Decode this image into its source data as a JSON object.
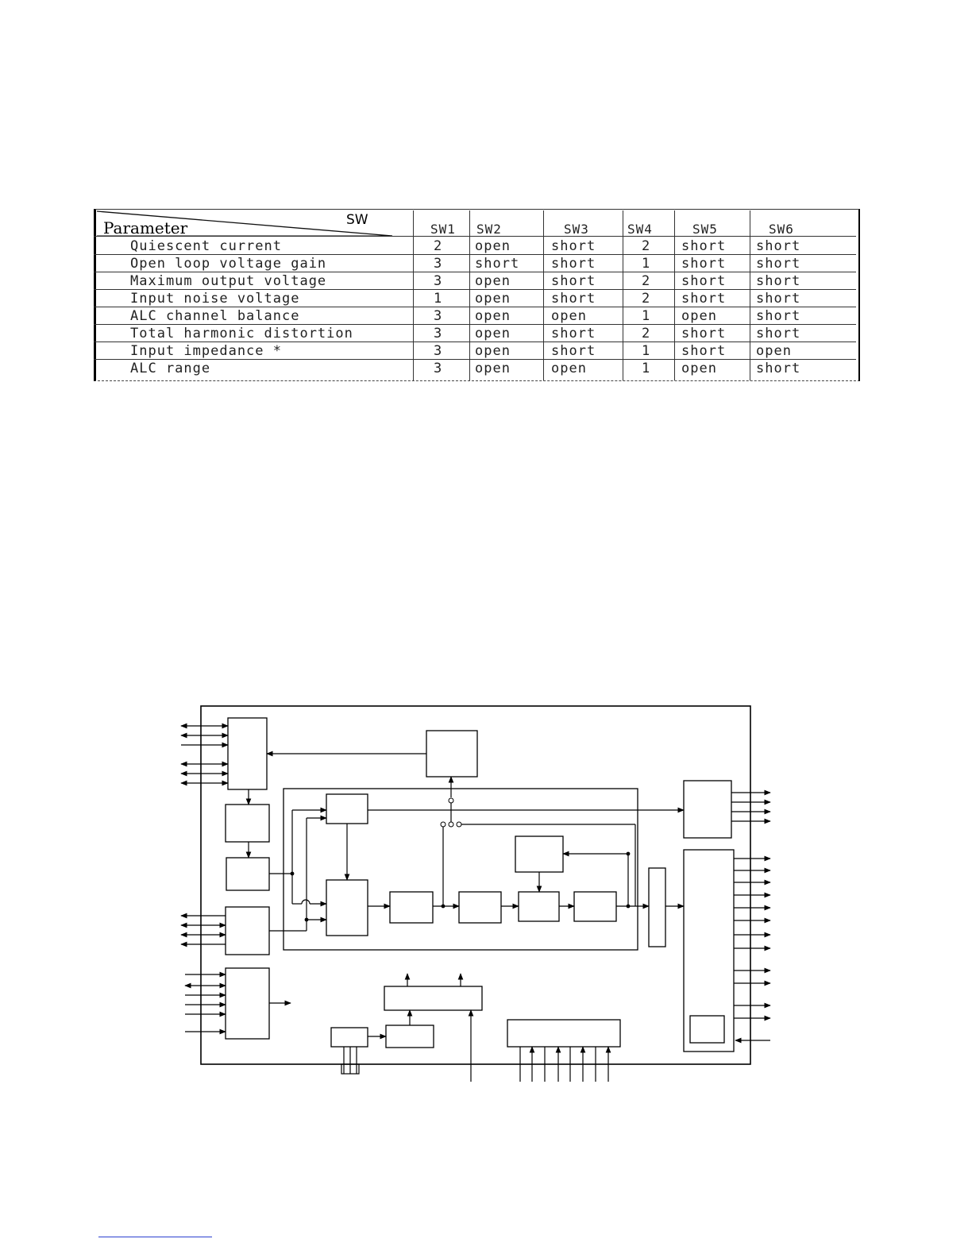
{
  "table": {
    "corner_parameter_label": "Parameter",
    "corner_switch_label": "SW",
    "columns": [
      "SW1",
      "SW2",
      "SW3",
      "SW4",
      "SW5",
      "SW6"
    ],
    "rows": [
      {
        "parameter": "Quiescent current",
        "values": [
          "2",
          "open",
          "short",
          "2",
          "short",
          "short"
        ]
      },
      {
        "parameter": "Open loop voltage gain",
        "values": [
          "3",
          "short",
          "short",
          "1",
          "short",
          "short"
        ]
      },
      {
        "parameter": "Maximum output voltage",
        "values": [
          "3",
          "open",
          "short",
          "2",
          "short",
          "short"
        ]
      },
      {
        "parameter": "Input noise voltage",
        "values": [
          "1",
          "open",
          "short",
          "2",
          "short",
          "short"
        ]
      },
      {
        "parameter": "ALC channel balance",
        "values": [
          "3",
          "open",
          "open",
          "1",
          "open",
          "short"
        ]
      },
      {
        "parameter": "Total harmonic distortion",
        "values": [
          "3",
          "open",
          "short",
          "2",
          "short",
          "short"
        ]
      },
      {
        "parameter": "Input impedance  *",
        "values": [
          "3",
          "open",
          "short",
          "1",
          "short",
          "open"
        ]
      },
      {
        "parameter": "ALC range",
        "values": [
          "3",
          "open",
          "open",
          "1",
          "open",
          "short"
        ]
      }
    ]
  },
  "colors": {
    "ink": "#000000",
    "footnote_rule": "#2a3fd0"
  }
}
